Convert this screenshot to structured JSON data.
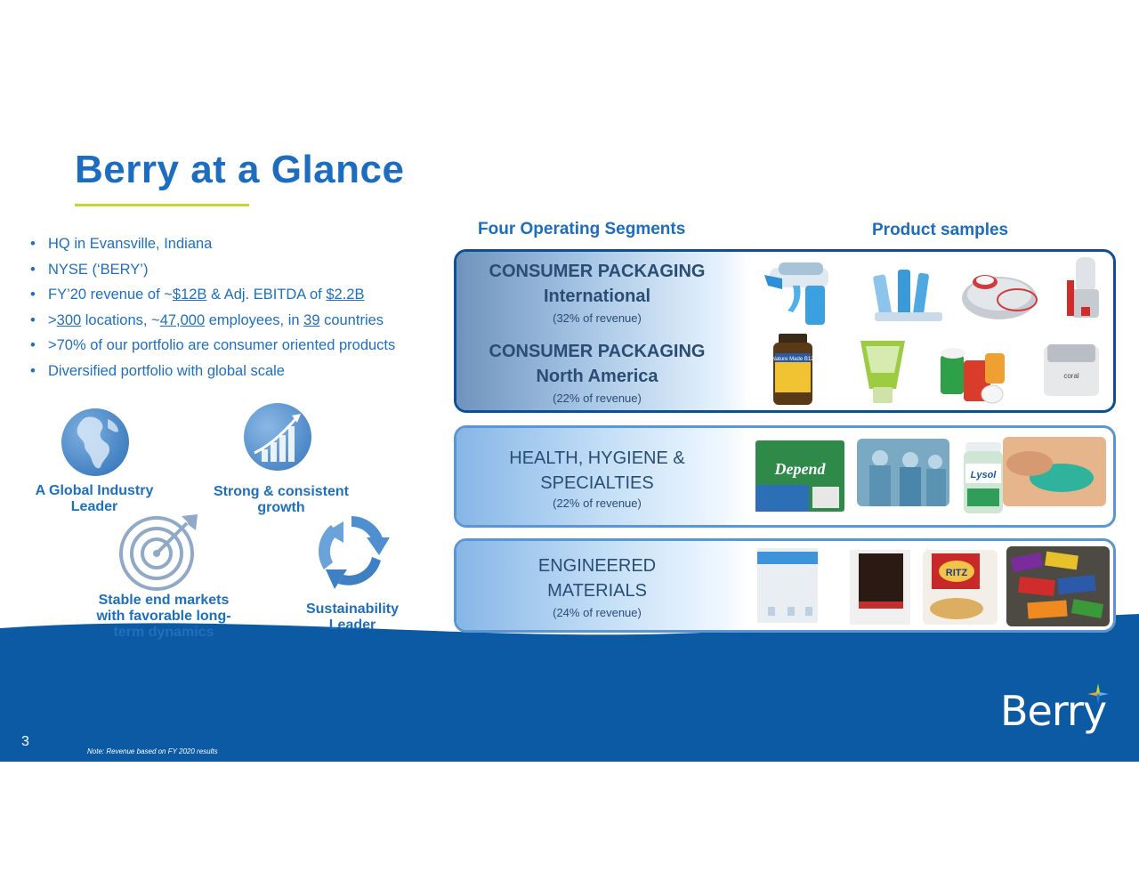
{
  "title": "Berry at a Glance",
  "bullets": {
    "b1": "HQ in Evansville, Indiana",
    "b2": "NYSE (‘BERY’)",
    "b3_a": "FY’20 revenue of ~",
    "b3_b": "$12B",
    "b3_c": " & Adj. EBITDA of ",
    "b3_d": "$2.2B",
    "b4_a": ">",
    "b4_b": "300",
    "b4_c": " locations, ~",
    "b4_d": "47,000",
    "b4_e": " employees, in ",
    "b4_f": "39",
    "b4_g": " countries",
    "b5": ">70% of our portfolio are consumer oriented products",
    "b6": "Diversified portfolio with global scale"
  },
  "strengths": {
    "global_line1": "A Global Industry",
    "global_line2": "Leader",
    "growth_line1": "Strong & consistent",
    "growth_line2": "growth",
    "markets_line1": "Stable end markets",
    "markets_line2": "with favorable long-",
    "markets_line3": "term dynamics",
    "sustain_line1": "Sustainability",
    "sustain_line2": "Leader"
  },
  "headings": {
    "segments": "Four Operating Segments",
    "products": "Product samples"
  },
  "segments": {
    "cpi_line1": "CONSUMER PACKAGING",
    "cpi_line2": "International",
    "cpi_rev": "(32% of revenue)",
    "cpna_line1": "CONSUMER PACKAGING",
    "cpna_line2": "North America",
    "cpna_rev": "(22% of revenue)",
    "hhs_line1": "HEALTH, HYGIENE &",
    "hhs_line2": "SPECIALTIES",
    "hhs_rev": "(22% of revenue)",
    "em_line1": "ENGINEERED",
    "em_line2": "MATERIALS",
    "em_rev": "(24% of revenue)"
  },
  "product_labels": {
    "b12": "Nature Made B12",
    "depend": "Depend",
    "lysol": "Lysol",
    "ritz": "RITZ",
    "coral": "coral"
  },
  "footer": {
    "page_number": "3",
    "note": "Note:  Revenue based on FY 2020 results",
    "logo": "Berry"
  },
  "colors": {
    "brand_blue": "#1c6cc0",
    "dark_blue": "#0d4f94",
    "band_blue": "#0b5aa3",
    "accent_green": "#c5d62f"
  }
}
